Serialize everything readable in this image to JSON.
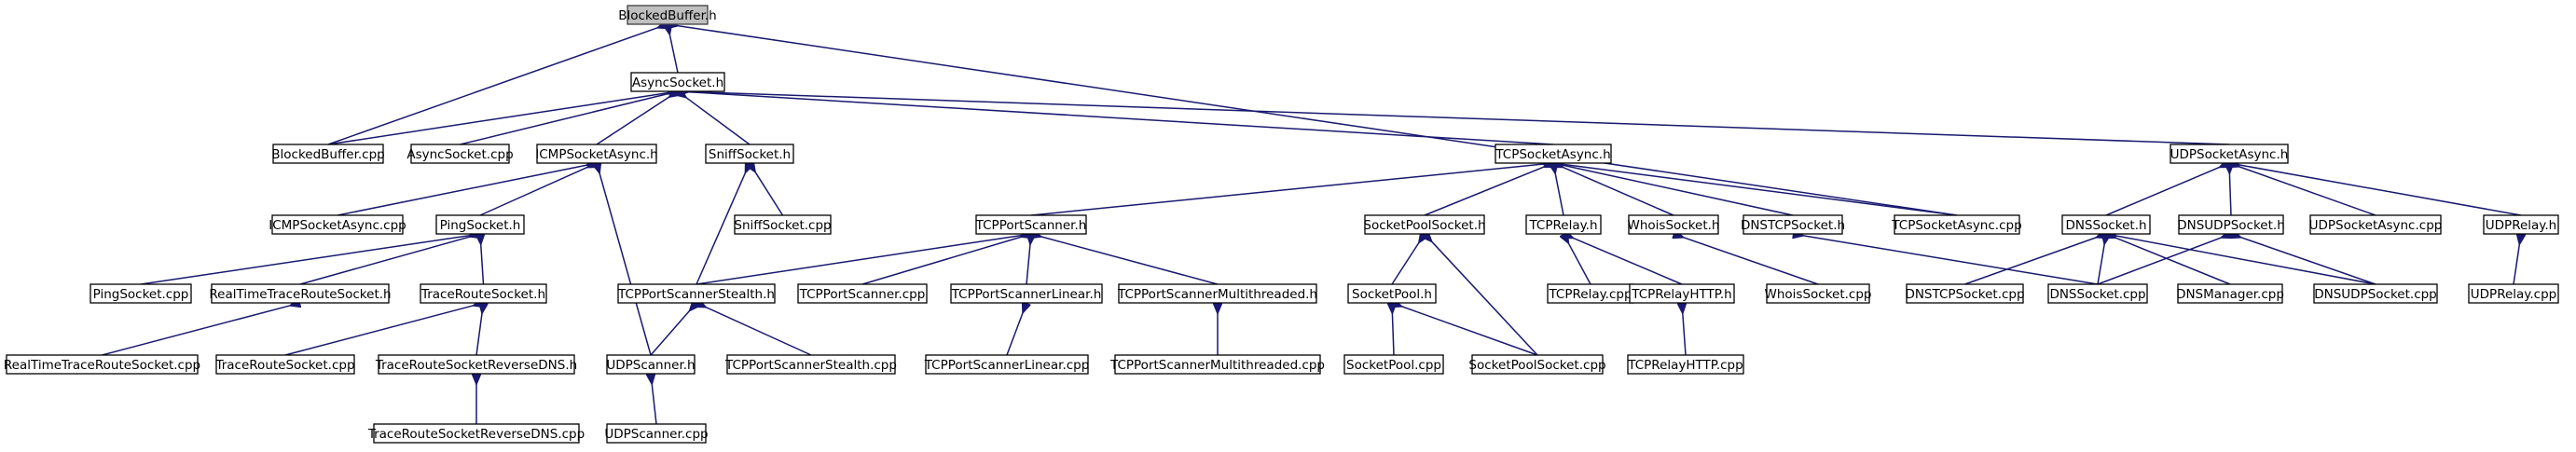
{
  "graph": {
    "colors": {
      "edge": "#191970",
      "root_fill": "#bfbfbf",
      "node_fill": "#ffffff",
      "node_border": "#000000"
    },
    "nodes": [
      {
        "id": "BlockedBuffer_h",
        "label": "BlockedBuffer.h",
        "root": true
      },
      {
        "id": "AsyncSocket_h",
        "label": "AsyncSocket.h"
      },
      {
        "id": "BlockedBuffer_cpp",
        "label": "BlockedBuffer.cpp"
      },
      {
        "id": "AsyncSocket_cpp",
        "label": "AsyncSocket.cpp"
      },
      {
        "id": "ICMPSocketAsync_h",
        "label": "ICMPSocketAsync.h"
      },
      {
        "id": "SniffSocket_h",
        "label": "SniffSocket.h"
      },
      {
        "id": "TCPSocketAsync_h",
        "label": "TCPSocketAsync.h"
      },
      {
        "id": "UDPSocketAsync_h",
        "label": "UDPSocketAsync.h"
      },
      {
        "id": "ICMPSocketAsync_cpp",
        "label": "ICMPSocketAsync.cpp"
      },
      {
        "id": "PingSocket_h",
        "label": "PingSocket.h"
      },
      {
        "id": "SniffSocket_cpp",
        "label": "SniffSocket.cpp"
      },
      {
        "id": "TCPPortScanner_h",
        "label": "TCPPortScanner.h"
      },
      {
        "id": "SocketPoolSocket_h",
        "label": "SocketPoolSocket.h"
      },
      {
        "id": "TCPRelay_h",
        "label": "TCPRelay.h"
      },
      {
        "id": "WhoisSocket_h",
        "label": "WhoisSocket.h"
      },
      {
        "id": "DNSTCPSocket_h",
        "label": "DNSTCPSocket.h"
      },
      {
        "id": "TCPSocketAsync_cpp",
        "label": "TCPSocketAsync.cpp"
      },
      {
        "id": "DNSSocket_h",
        "label": "DNSSocket.h"
      },
      {
        "id": "DNSUDPSocket_h",
        "label": "DNSUDPSocket.h"
      },
      {
        "id": "UDPSocketAsync_cpp",
        "label": "UDPSocketAsync.cpp"
      },
      {
        "id": "UDPRelay_h",
        "label": "UDPRelay.h"
      },
      {
        "id": "PingSocket_cpp",
        "label": "PingSocket.cpp"
      },
      {
        "id": "RealTimeTraceRouteSocket_h",
        "label": "RealTimeTraceRouteSocket.h"
      },
      {
        "id": "TraceRouteSocket_h",
        "label": "TraceRouteSocket.h"
      },
      {
        "id": "TCPPortScannerStealth_h",
        "label": "TCPPortScannerStealth.h"
      },
      {
        "id": "TCPPortScanner_cpp",
        "label": "TCPPortScanner.cpp"
      },
      {
        "id": "TCPPortScannerLinear_h",
        "label": "TCPPortScannerLinear.h"
      },
      {
        "id": "TCPPortScannerMultithreaded_h",
        "label": "TCPPortScannerMultithreaded.h"
      },
      {
        "id": "SocketPool_h",
        "label": "SocketPool.h"
      },
      {
        "id": "TCPRelay_cpp",
        "label": "TCPRelay.cpp"
      },
      {
        "id": "TCPRelayHTTP_h",
        "label": "TCPRelayHTTP.h"
      },
      {
        "id": "WhoisSocket_cpp",
        "label": "WhoisSocket.cpp"
      },
      {
        "id": "DNSTCPSocket_cpp",
        "label": "DNSTCPSocket.cpp"
      },
      {
        "id": "DNSSocket_cpp",
        "label": "DNSSocket.cpp"
      },
      {
        "id": "DNSManager_cpp",
        "label": "DNSManager.cpp"
      },
      {
        "id": "DNSUDPSocket_cpp",
        "label": "DNSUDPSocket.cpp"
      },
      {
        "id": "UDPRelay_cpp",
        "label": "UDPRelay.cpp"
      },
      {
        "id": "RealTimeTraceRouteSocket_cpp",
        "label": "RealTimeTraceRouteSocket.cpp"
      },
      {
        "id": "TraceRouteSocket_cpp",
        "label": "TraceRouteSocket.cpp"
      },
      {
        "id": "TraceRouteSocketReverseDNS_h",
        "label": "TraceRouteSocketReverseDNS.h"
      },
      {
        "id": "UDPScanner_h",
        "label": "UDPScanner.h"
      },
      {
        "id": "TCPPortScannerStealth_cpp",
        "label": "TCPPortScannerStealth.cpp"
      },
      {
        "id": "TCPPortScannerLinear_cpp",
        "label": "TCPPortScannerLinear.cpp"
      },
      {
        "id": "TCPPortScannerMultithreaded_cpp",
        "label": "TCPPortScannerMultithreaded.cpp"
      },
      {
        "id": "SocketPool_cpp",
        "label": "SocketPool.cpp"
      },
      {
        "id": "SocketPoolSocket_cpp",
        "label": "SocketPoolSocket.cpp"
      },
      {
        "id": "TCPRelayHTTP_cpp",
        "label": "TCPRelayHTTP.cpp"
      },
      {
        "id": "TraceRouteSocketReverseDNS_cpp",
        "label": "TraceRouteSocketReverseDNS.cpp"
      },
      {
        "id": "UDPScanner_cpp",
        "label": "UDPScanner.cpp"
      }
    ],
    "edges": [
      [
        "BlockedBuffer_h",
        "AsyncSocket_h"
      ],
      [
        "BlockedBuffer_h",
        "BlockedBuffer_cpp"
      ],
      [
        "BlockedBuffer_h",
        "TCPSocketAsync_cpp"
      ],
      [
        "AsyncSocket_h",
        "BlockedBuffer_cpp"
      ],
      [
        "AsyncSocket_h",
        "AsyncSocket_cpp"
      ],
      [
        "AsyncSocket_h",
        "ICMPSocketAsync_h"
      ],
      [
        "AsyncSocket_h",
        "SniffSocket_h"
      ],
      [
        "AsyncSocket_h",
        "TCPSocketAsync_h"
      ],
      [
        "AsyncSocket_h",
        "UDPSocketAsync_h"
      ],
      [
        "ICMPSocketAsync_h",
        "ICMPSocketAsync_cpp"
      ],
      [
        "ICMPSocketAsync_h",
        "PingSocket_h"
      ],
      [
        "ICMPSocketAsync_h",
        "UDPScanner_h"
      ],
      [
        "SniffSocket_h",
        "SniffSocket_cpp"
      ],
      [
        "SniffSocket_h",
        "TCPPortScannerStealth_h"
      ],
      [
        "TCPSocketAsync_h",
        "TCPPortScanner_h"
      ],
      [
        "TCPSocketAsync_h",
        "SocketPoolSocket_h"
      ],
      [
        "TCPSocketAsync_h",
        "TCPRelay_h"
      ],
      [
        "TCPSocketAsync_h",
        "WhoisSocket_h"
      ],
      [
        "TCPSocketAsync_h",
        "DNSTCPSocket_h"
      ],
      [
        "TCPSocketAsync_h",
        "TCPSocketAsync_cpp"
      ],
      [
        "UDPSocketAsync_h",
        "DNSSocket_h"
      ],
      [
        "UDPSocketAsync_h",
        "DNSUDPSocket_h"
      ],
      [
        "UDPSocketAsync_h",
        "UDPSocketAsync_cpp"
      ],
      [
        "UDPSocketAsync_h",
        "UDPRelay_h"
      ],
      [
        "PingSocket_h",
        "PingSocket_cpp"
      ],
      [
        "PingSocket_h",
        "RealTimeTraceRouteSocket_h"
      ],
      [
        "PingSocket_h",
        "TraceRouteSocket_h"
      ],
      [
        "RealTimeTraceRouteSocket_h",
        "RealTimeTraceRouteSocket_cpp"
      ],
      [
        "TraceRouteSocket_h",
        "TraceRouteSocket_cpp"
      ],
      [
        "TraceRouteSocket_h",
        "TraceRouteSocketReverseDNS_h"
      ],
      [
        "TraceRouteSocketReverseDNS_h",
        "TraceRouteSocketReverseDNS_cpp"
      ],
      [
        "TCPPortScanner_h",
        "TCPPortScannerStealth_h"
      ],
      [
        "TCPPortScanner_h",
        "TCPPortScanner_cpp"
      ],
      [
        "TCPPortScanner_h",
        "TCPPortScannerLinear_h"
      ],
      [
        "TCPPortScanner_h",
        "TCPPortScannerMultithreaded_h"
      ],
      [
        "TCPPortScannerStealth_h",
        "UDPScanner_h"
      ],
      [
        "TCPPortScannerStealth_h",
        "TCPPortScannerStealth_cpp"
      ],
      [
        "TCPPortScannerLinear_h",
        "TCPPortScannerLinear_cpp"
      ],
      [
        "TCPPortScannerMultithreaded_h",
        "TCPPortScannerMultithreaded_cpp"
      ],
      [
        "UDPScanner_h",
        "UDPScanner_cpp"
      ],
      [
        "SocketPoolSocket_h",
        "SocketPool_h"
      ],
      [
        "SocketPoolSocket_h",
        "SocketPoolSocket_cpp"
      ],
      [
        "SocketPool_h",
        "SocketPool_cpp"
      ],
      [
        "SocketPool_h",
        "SocketPoolSocket_cpp"
      ],
      [
        "TCPRelay_h",
        "TCPRelay_cpp"
      ],
      [
        "TCPRelay_h",
        "TCPRelayHTTP_h"
      ],
      [
        "TCPRelayHTTP_h",
        "TCPRelayHTTP_cpp"
      ],
      [
        "WhoisSocket_h",
        "WhoisSocket_cpp"
      ],
      [
        "DNSTCPSocket_h",
        "DNSSocket_cpp"
      ],
      [
        "DNSSocket_h",
        "DNSTCPSocket_cpp"
      ],
      [
        "DNSSocket_h",
        "DNSSocket_cpp"
      ],
      [
        "DNSSocket_h",
        "DNSManager_cpp"
      ],
      [
        "DNSSocket_h",
        "DNSUDPSocket_cpp"
      ],
      [
        "DNSUDPSocket_h",
        "DNSSocket_cpp"
      ],
      [
        "DNSUDPSocket_h",
        "DNSUDPSocket_cpp"
      ],
      [
        "UDPRelay_h",
        "UDPRelay_cpp"
      ]
    ]
  }
}
